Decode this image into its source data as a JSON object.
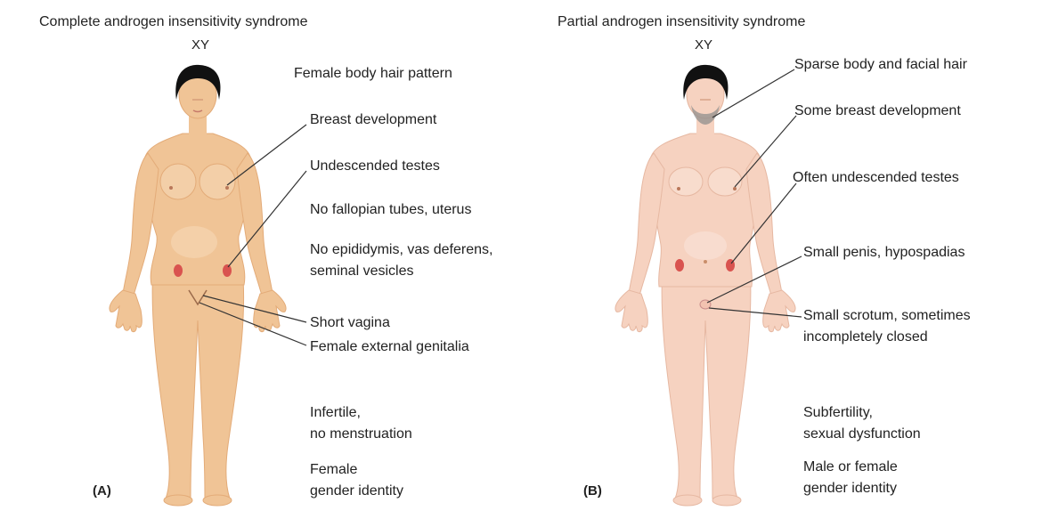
{
  "panel_a": {
    "title": "Complete androgen insensitivity syndrome",
    "karyotype": "XY",
    "tag": "(A)",
    "labels": {
      "body_hair": "Female body hair pattern",
      "breast": "Breast development",
      "testes": "Undescended testes",
      "tubes": "No fallopian tubes, uterus",
      "epi_1": "No epididymis, vas deferens,",
      "epi_2": "seminal vesicles",
      "vagina": "Short vagina",
      "genitalia": "Female external genitalia",
      "fertility_1": "Infertile,",
      "fertility_2": "no menstruation",
      "gender_1": "Female",
      "gender_2": "gender identity"
    },
    "skin_color": "#f0c496"
  },
  "panel_b": {
    "title": "Partial androgen insensitivity syndrome",
    "karyotype": "XY",
    "tag": "(B)",
    "labels": {
      "hair": "Sparse body and facial hair",
      "breast": "Some breast development",
      "testes": "Often undescended testes",
      "penis": "Small penis, hypospadias",
      "scrotum_1": "Small scrotum, sometimes",
      "scrotum_2": "incompletely closed",
      "fertility_1": "Subfertility,",
      "fertility_2": "sexual dysfunction",
      "gender_1": "Male or female",
      "gender_2": "gender identity"
    },
    "skin_color": "#f6d2c0"
  },
  "colors": {
    "hair": "#111111",
    "testes": "#d9534f",
    "leader_line": "#333333"
  }
}
